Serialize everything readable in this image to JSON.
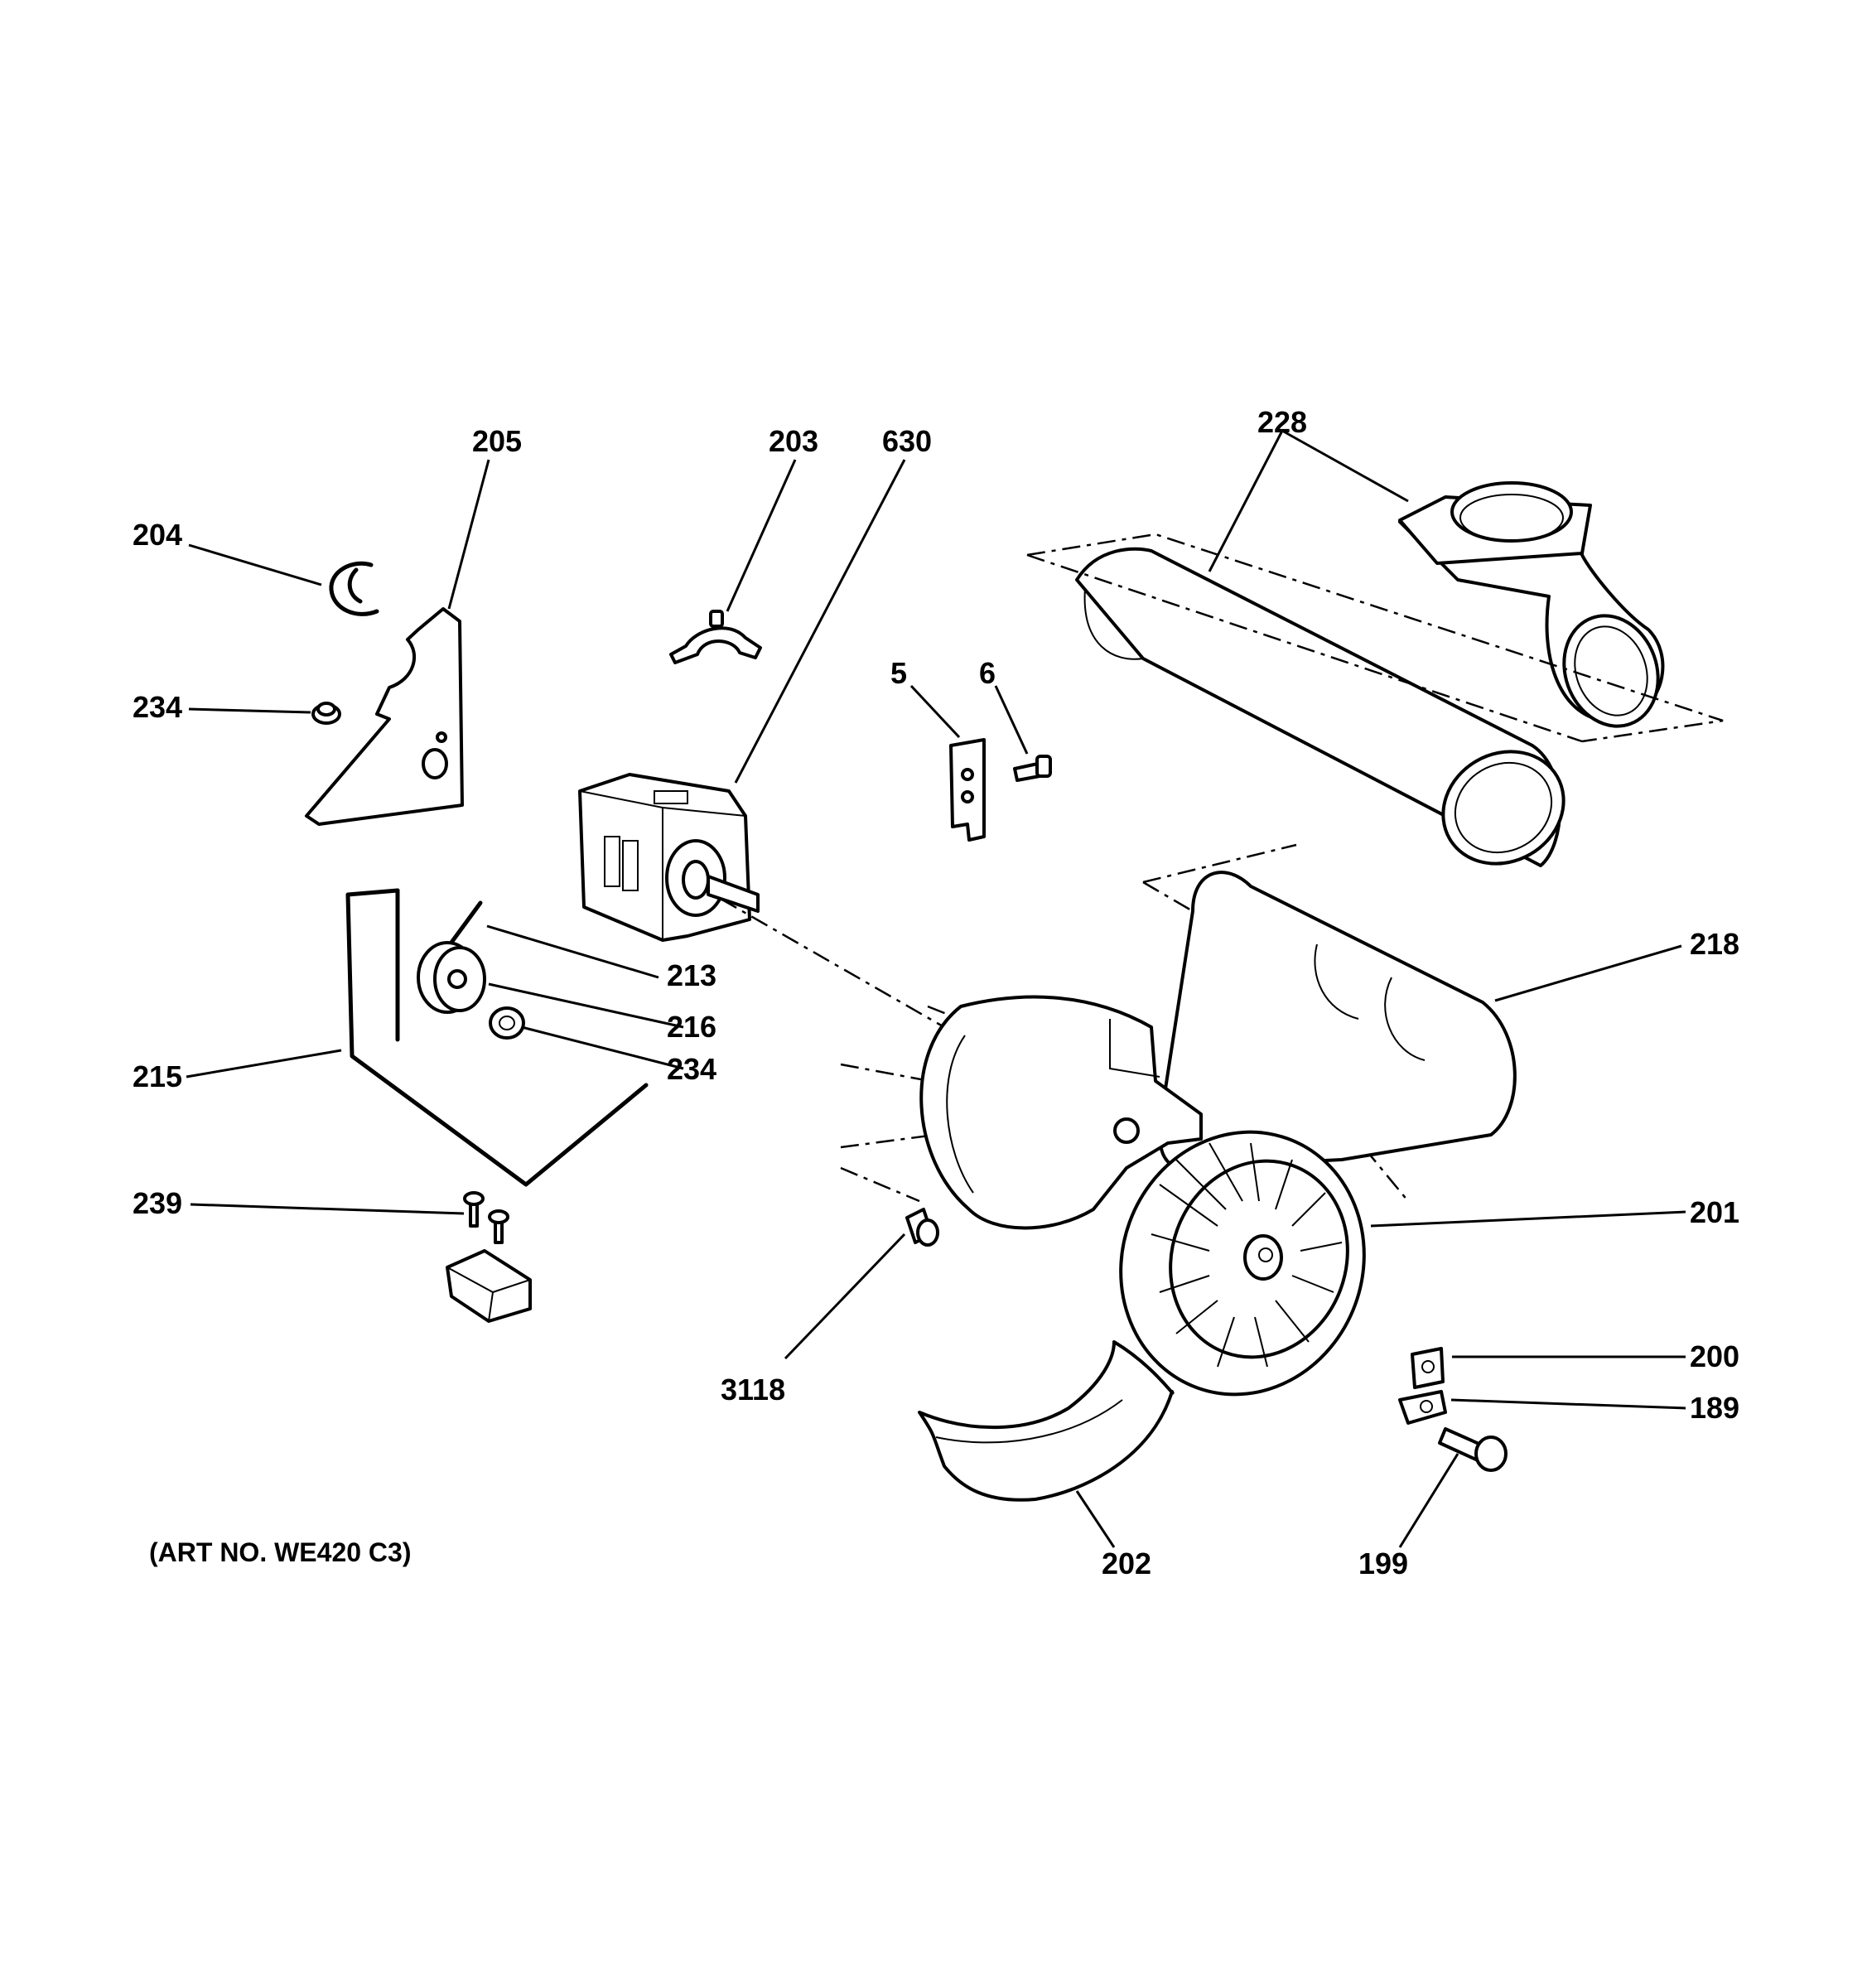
{
  "diagram": {
    "art_note": "(ART NO. WE420 C3)",
    "callouts": {
      "c205": "205",
      "c203": "203",
      "c630": "630",
      "c228": "228",
      "c204": "204",
      "c234a": "234",
      "c5": "5",
      "c6": "6",
      "c213": "213",
      "c216": "216",
      "c234b": "234",
      "c215": "215",
      "c218": "218",
      "c239": "239",
      "c201": "201",
      "c3118": "3118",
      "c200": "200",
      "c189": "189",
      "c202": "202",
      "c199": "199"
    }
  }
}
